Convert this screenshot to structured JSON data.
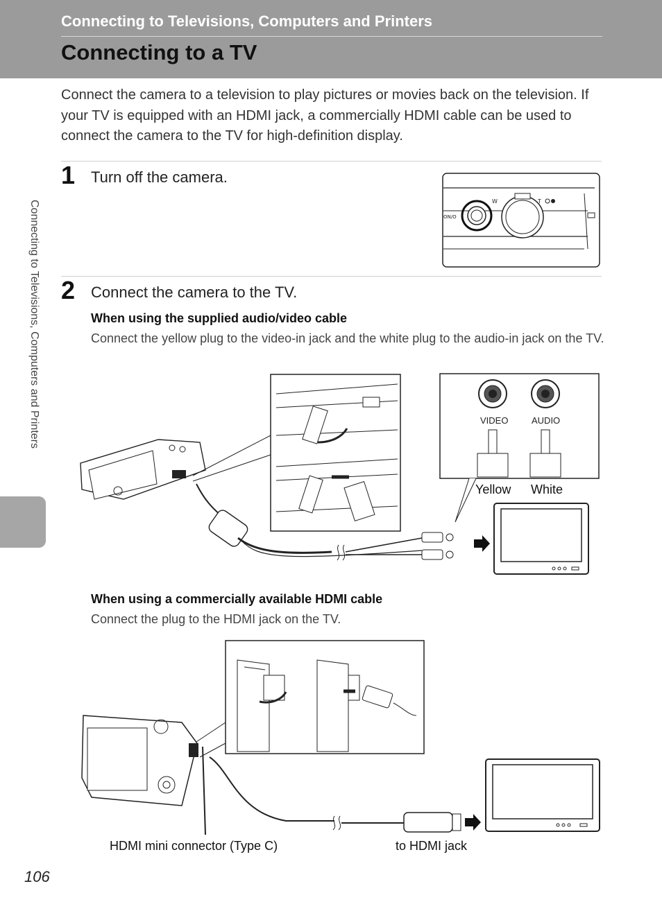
{
  "header": {
    "section_title": "Connecting to Televisions, Computers and Printers",
    "page_title": "Connecting to a TV"
  },
  "intro": "Connect the camera to a television to play pictures or movies back on the television. If your TV is equipped with an HDMI jack, a commercially HDMI cable can be used to connect the camera to the TV for high-definition display.",
  "steps": [
    {
      "number": "1",
      "text": "Turn off the camera."
    },
    {
      "number": "2",
      "text": "Connect the camera to the TV."
    }
  ],
  "av_section": {
    "heading": "When using the supplied audio/video cable",
    "text": "Connect the yellow plug to the video-in jack and the white plug to the audio-in jack on the TV.",
    "jack_labels": [
      "VIDEO",
      "AUDIO"
    ],
    "plug_labels": [
      "Yellow",
      "White"
    ]
  },
  "hdmi_section": {
    "heading": "When using a commercially available HDMI cable",
    "text": "Connect the plug to the HDMI jack on the TV.",
    "connector_label": "HDMI mini connector (Type C)",
    "jack_label": "to HDMI jack"
  },
  "sidebar_text": "Connecting to Televisions, Computers and Printers",
  "page_number": "106"
}
